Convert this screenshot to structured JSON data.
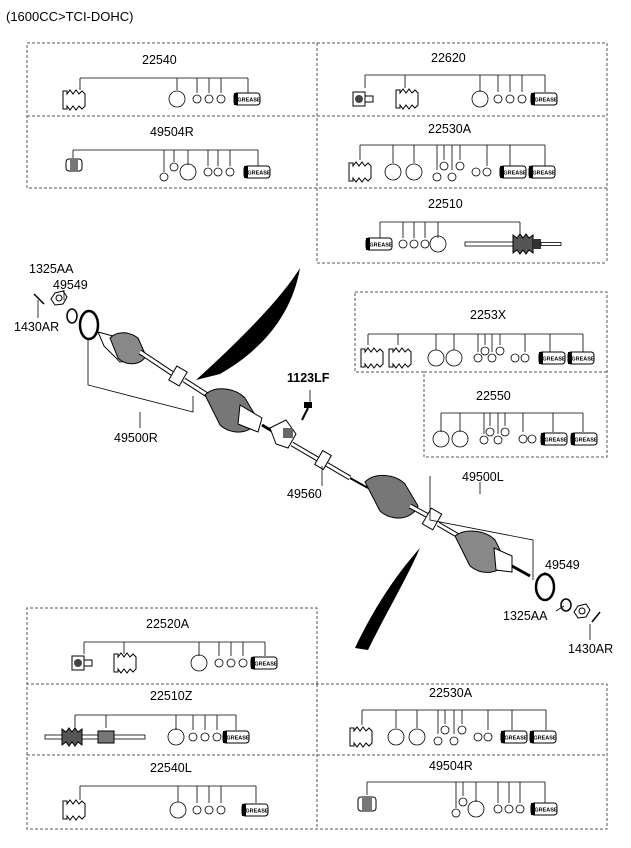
{
  "header": {
    "engine": "(1600CC>TCI-DOHC)"
  },
  "top_kits": {
    "k22540": "22540",
    "k22620": "22620",
    "k49504R": "49504R",
    "k22530A": "22530A",
    "k22510": "22510"
  },
  "middle_kits": {
    "k2253X": "2253X",
    "k22550": "22550"
  },
  "bottom_kits": {
    "k22520A": "22520A",
    "k22510Z": "22510Z",
    "k22530A": "22530A",
    "k22540L": "22540L",
    "k49504R": "49504R"
  },
  "shaft_parts": {
    "p1325AA_r": "1325AA",
    "p49549_r": "49549",
    "p1430AR_r": "1430AR",
    "p49500R": "49500R",
    "p1123LF": "1123LF",
    "p49560": "49560",
    "p49500L": "49500L",
    "p49549_l": "49549",
    "p1325AA_l": "1325AA",
    "p1430AR_l": "1430AR"
  },
  "grease_label": "GREASE"
}
